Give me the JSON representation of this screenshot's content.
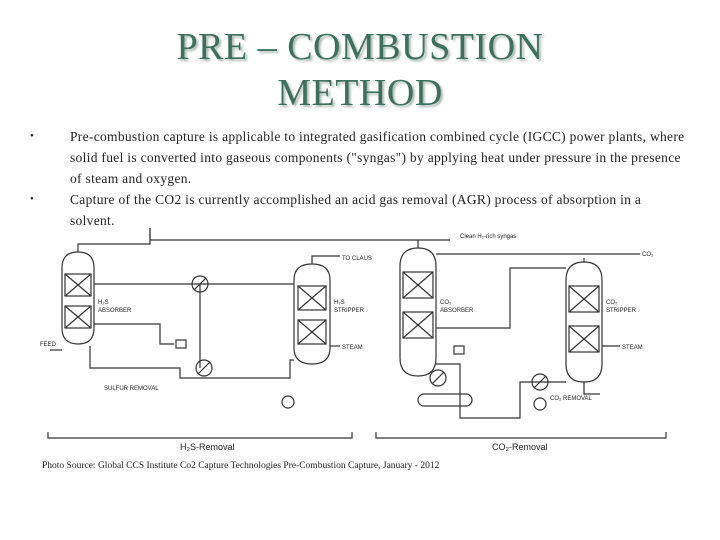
{
  "slide": {
    "title_line1": "PRE – COMBUSTION",
    "title_line2": "METHOD",
    "bullets": [
      "Pre-combustion capture is applicable to integrated gasification combined cycle (IGCC) power plants, where solid fuel is converted into gaseous components (\"syngas\") by applying heat under pressure in the presence of steam and oxygen.",
      "Capture of the CO2 is currently accomplished an acid gas removal (AGR) process of absorption in a solvent."
    ],
    "bullet_symbol": "•",
    "source": "Photo Source: Global CCS Institute Co2 Capture Technologies Pre-Combustion Capture, January - 2012"
  },
  "diagram": {
    "labels": {
      "clean_syngas": "Clean H₂-rich syngas",
      "co2_out": "CO₂",
      "to_claus": "TO CLAUS",
      "h2s_absorber_1": "H₂S",
      "h2s_absorber_2": "ABSORBER",
      "h2s_stripper_1": "H₂S",
      "h2s_stripper_2": "STRIPPER",
      "co2_absorber_1": "CO₂",
      "co2_absorber_2": "ABSORBER",
      "co2_stripper_1": "CO₂",
      "co2_stripper_2": "STRIPPER",
      "feed": "FEED",
      "steam_1": "STEAM",
      "steam_2": "STEAM",
      "sulfur_removal": "SULFUR REMOVAL",
      "co2_removal_small": "CO₂ REMOVAL",
      "h2s_removal": "H₂S-Removal",
      "co2_removal": "CO₂-Removal"
    },
    "colors": {
      "line": "#333333"
    }
  }
}
